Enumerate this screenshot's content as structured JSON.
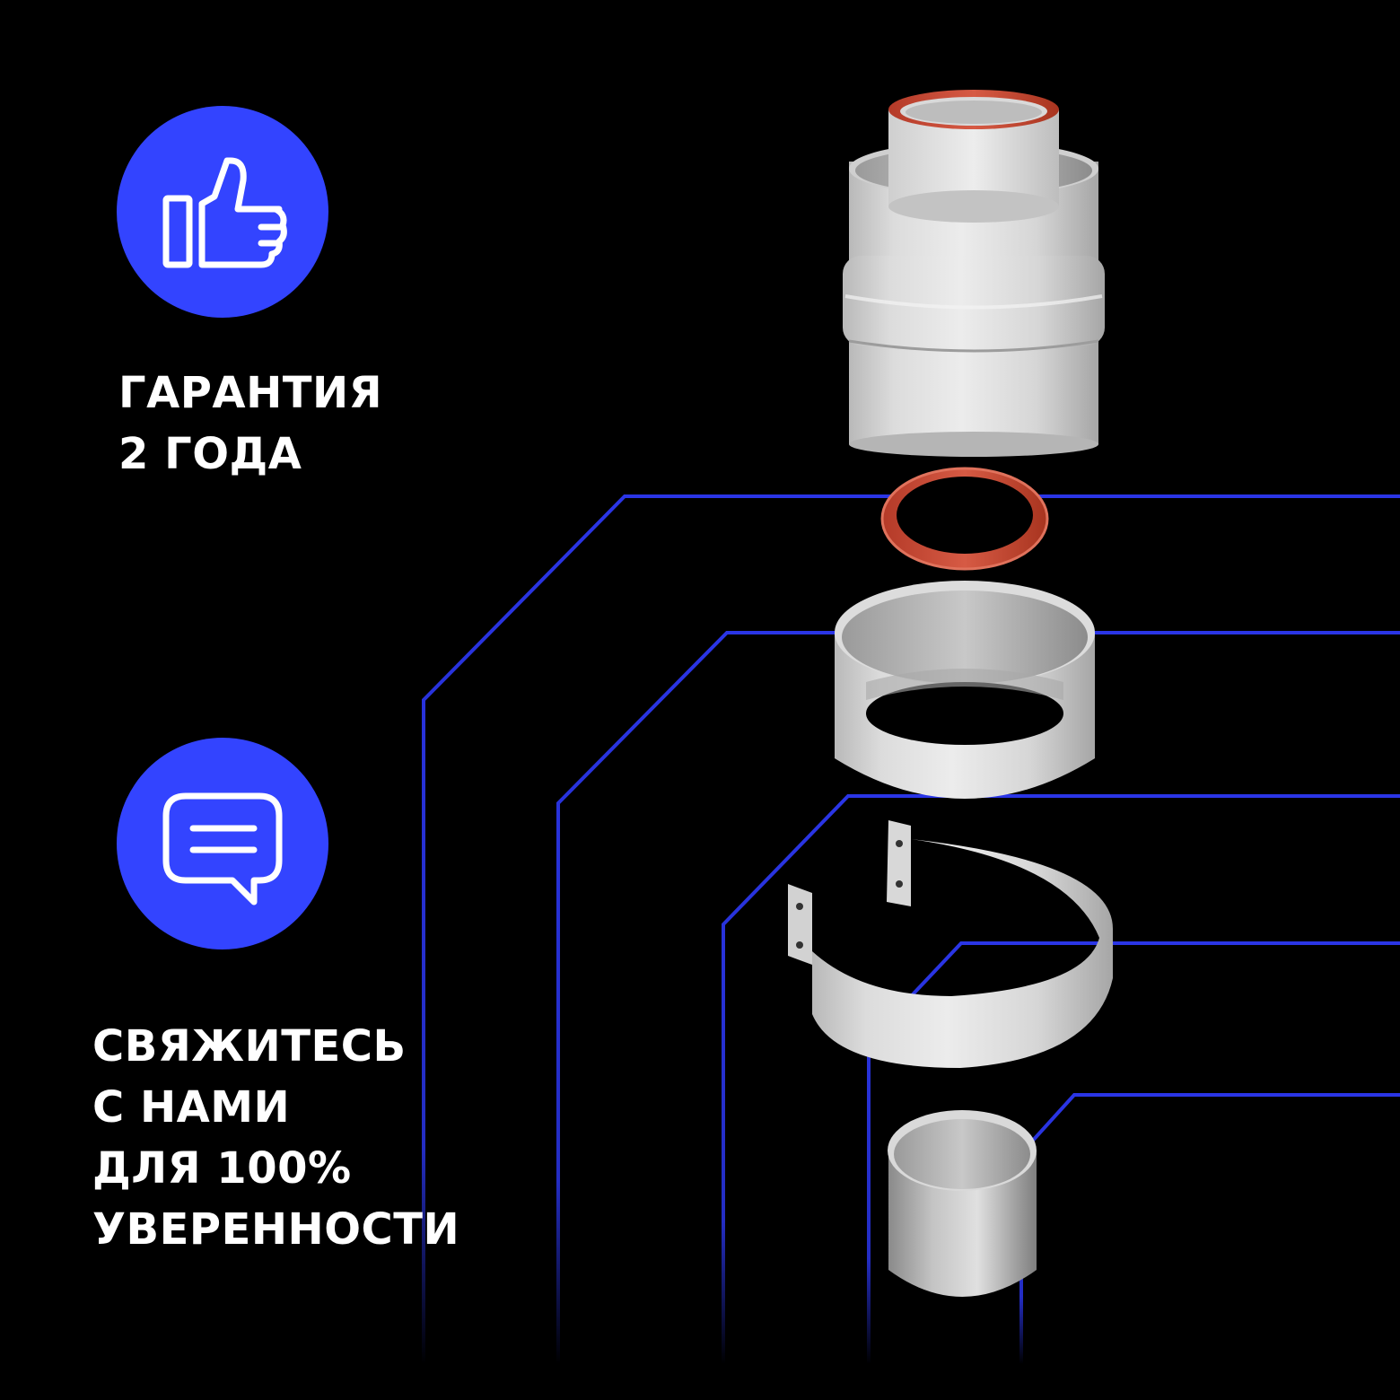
{
  "colors": {
    "background": "#000000",
    "accent_blue": "#3344ff",
    "line_blue": "#2a35e6",
    "icon_stroke": "#ffffff",
    "seal_red": "#c9432e",
    "metal_light": "#e4e4e4",
    "metal_shadow": "#a8a8a8"
  },
  "warranty": {
    "icon": "thumbs-up-icon",
    "line1": "ГАРАНТИЯ",
    "line2": "2 ГОДА"
  },
  "contact": {
    "icon": "speech-bubble-icon",
    "line1": "СВЯЖИТЕСЬ",
    "line2": "С НАМИ",
    "line3": "ДЛЯ 100%",
    "line4": "УВЕРЕННОСТИ"
  },
  "product_parts": [
    "adapter-pipe",
    "seal-ring",
    "sleeve-ring",
    "mounting-clamp",
    "inner-sleeve"
  ]
}
